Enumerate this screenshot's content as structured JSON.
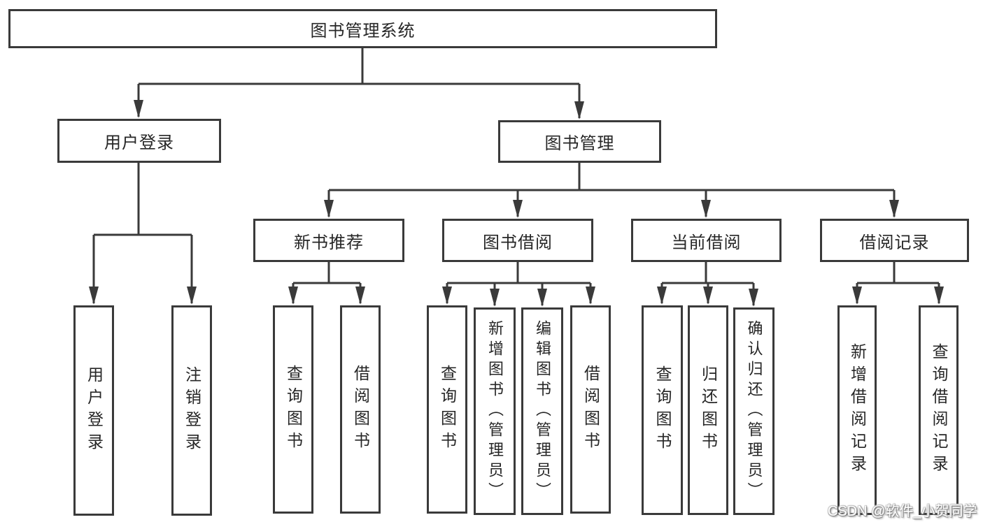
{
  "diagram": {
    "root_label": "图书管理系统",
    "nodes": {
      "user_login_group": "用户登录",
      "book_management": "图书管理",
      "new_book_recommendation": "新书推荐",
      "book_borrowing": "图书借阅",
      "current_borrowing": "当前借阅",
      "borrowing_records": "借阅记录",
      "user_login": "用户登录",
      "logout": "注销登录",
      "recommend_query_books": "查询图书",
      "recommend_borrow_books": "借阅图书",
      "borrowing_query_books": "查询图书",
      "borrowing_add_book_admin": "新增图书（管理员）",
      "borrowing_edit_book_admin": "编辑图书（管理员）",
      "borrowing_borrow_books": "借阅图书",
      "current_query_books": "查询图书",
      "current_return_books": "归还图书",
      "current_confirm_return_admin": "确认归还（管理员）",
      "records_add_record": "新增借阅记录",
      "records_query_record": "查询借阅记录"
    }
  },
  "watermark": "CSDN @软件_小贺同学",
  "colors": {
    "line": "#3a3a3a",
    "text": "#262626",
    "background": "#ffffff"
  }
}
